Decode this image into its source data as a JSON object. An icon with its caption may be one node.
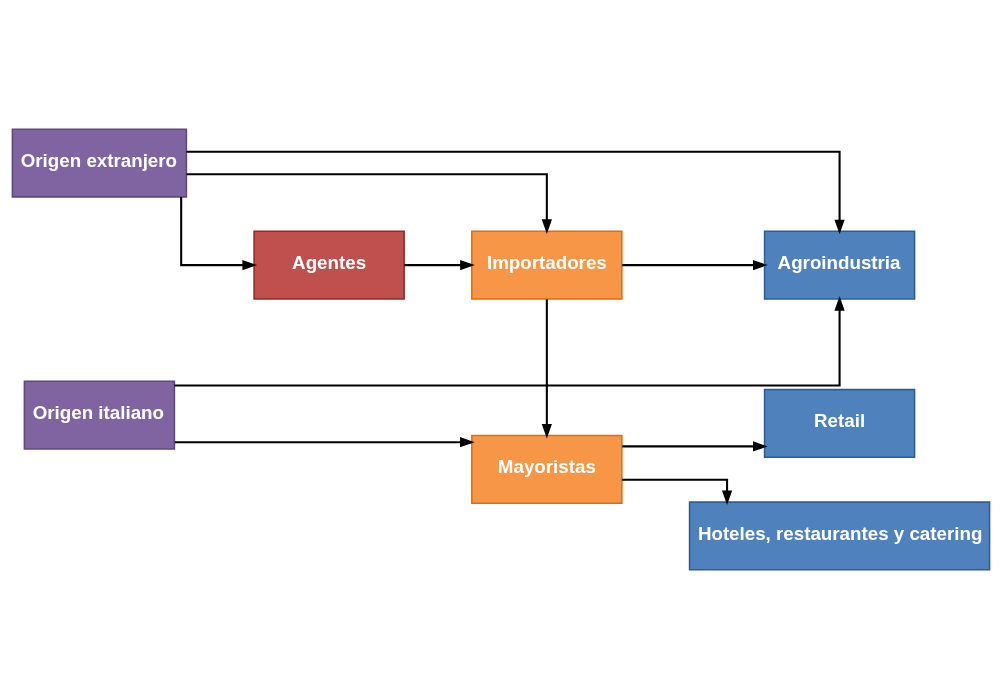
{
  "diagram": {
    "nodes": [
      {
        "text": [
          "Origen italiano"
        ]
      },
      {
        "text": [
          "Mayoristas"
        ]
      },
      {
        "text": [
          "Retail"
        ]
      },
      {
        "text": [
          "Agentes"
        ]
      },
      {
        "text": [
          "Importadores"
        ]
      },
      {
        "text": [
          "Hoteles, restaurantes y catering"
        ]
      },
      {
        "text": [
          "Origen extranjero"
        ]
      },
      {
        "text": [
          "Agroindustria"
        ]
      }
    ],
    "edges": [
      {
        "from": 0,
        "to": 1,
        "arrow": "to"
      },
      {
        "from": 0,
        "to": 7,
        "arrow": "to"
      },
      {
        "from": 1,
        "to": 2,
        "arrow": "to"
      },
      {
        "from": 1,
        "to": 5,
        "arrow": "to"
      },
      {
        "from": 4,
        "to": 1,
        "arrow": "to"
      },
      {
        "from": 3,
        "to": 4,
        "arrow": "to"
      },
      {
        "from": 4,
        "to": 7,
        "arrow": "to"
      },
      {
        "from": 6,
        "to": 3,
        "arrow": "to"
      },
      {
        "from": 6,
        "to": 4,
        "arrow": "to"
      },
      {
        "from": 6,
        "to": 7,
        "arrow": "to"
      }
    ]
  }
}
